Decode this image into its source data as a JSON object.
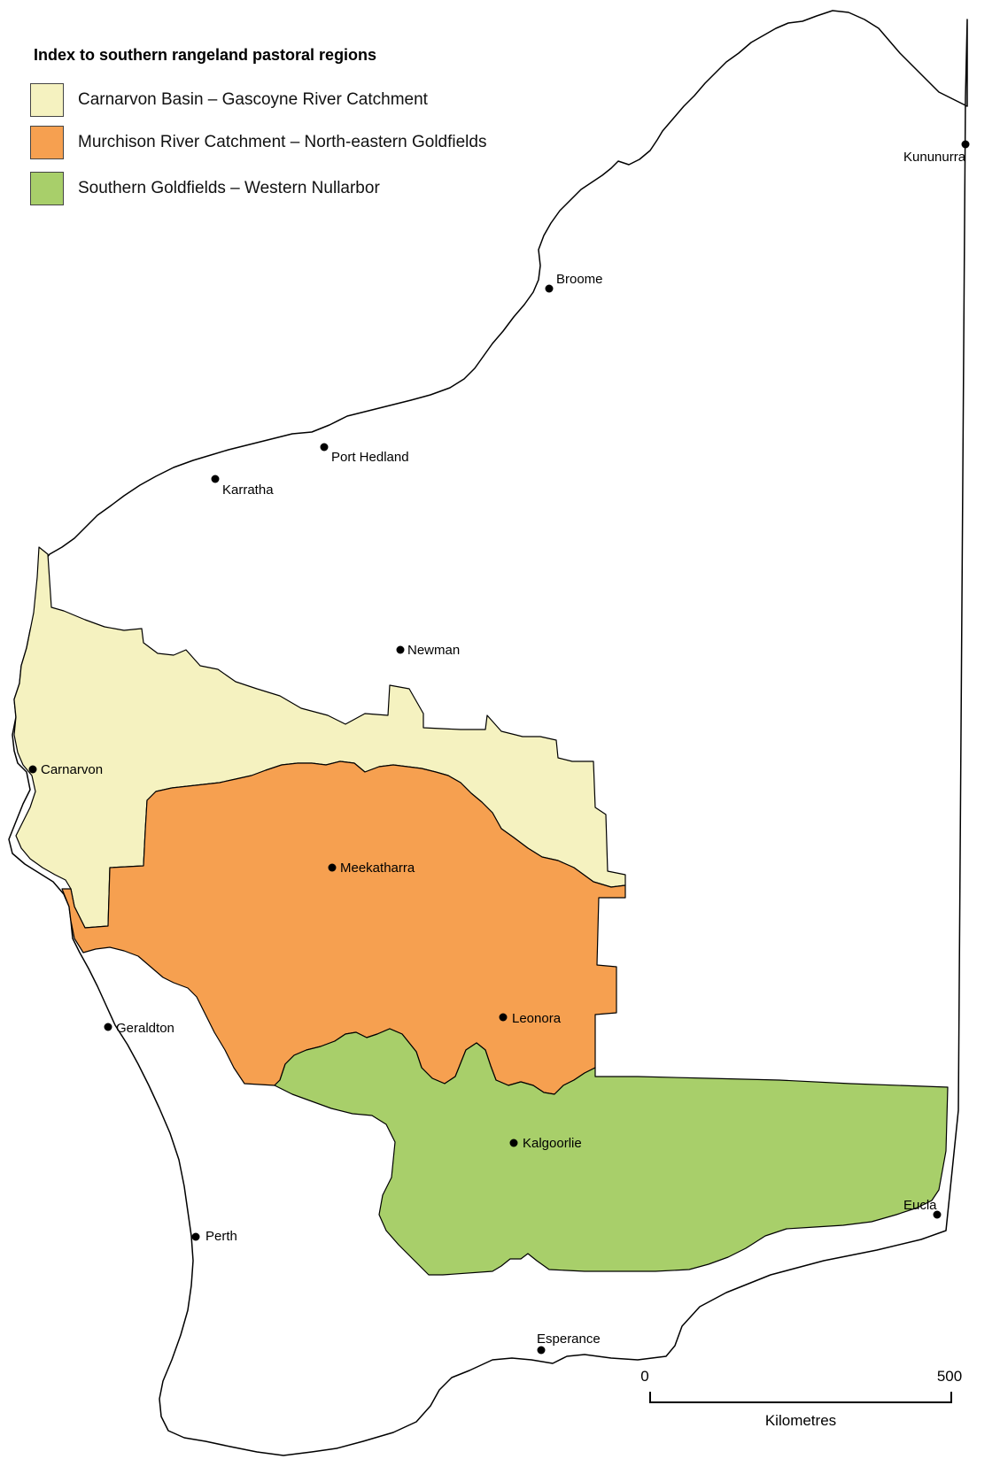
{
  "legend": {
    "title": "Index to southern rangeland pastoral regions",
    "items": [
      {
        "label": "Carnarvon Basin – Gascoyne River Catchment",
        "color": "#f5f2c0"
      },
      {
        "label": "Murchison River Catchment – North-eastern Goldfields",
        "color": "#f6a050"
      },
      {
        "label": "Southern Goldfields – Western Nullarbor",
        "color": "#a8cf6a"
      }
    ]
  },
  "towns": {
    "kununurra": "Kununurra",
    "broome": "Broome",
    "port_hedland": "Port Hedland",
    "karratha": "Karratha",
    "newman": "Newman",
    "carnarvon": "Carnarvon",
    "meekatharra": "Meekatharra",
    "leonora": "Leonora",
    "geraldton": "Geraldton",
    "kalgoorlie": "Kalgoorlie",
    "eucla": "Eucla",
    "perth": "Perth",
    "esperance": "Esperance"
  },
  "scale_bar": {
    "start": "0",
    "end": "500",
    "unit": "Kilometres"
  }
}
